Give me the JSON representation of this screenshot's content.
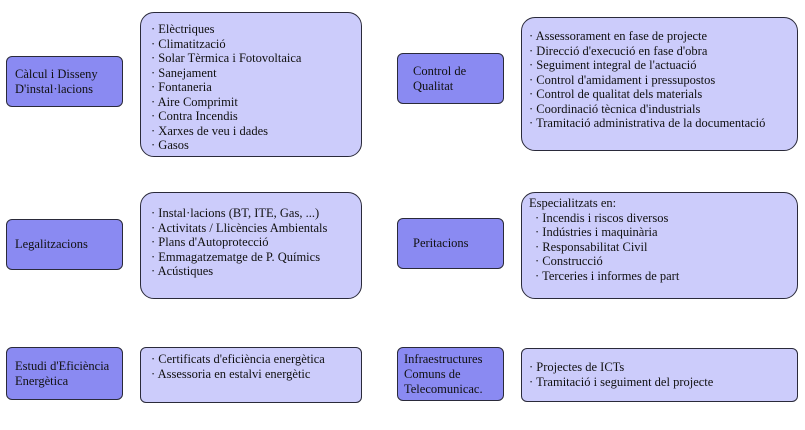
{
  "left": [
    {
      "label": "Càlcul i Disseny\nD'instal·lacions",
      "items": [
        "Elèctriques",
        "Climatització",
        "Solar Tèrmica i Fotovoltaica",
        "Sanejament",
        "Fontaneria",
        "Aire Comprimit",
        "Contra Incendis",
        "Xarxes de veu i dades",
        "Gasos"
      ]
    },
    {
      "label": "Legalitzacions",
      "items": [
        "Instal·lacions (BT, ITE, Gas, ...)",
        "Activitats / Llicències Ambientals",
        "Plans d'Autoprotecció",
        "Emmagatzematge de P. Químics",
        "Acústiques"
      ]
    },
    {
      "label": "Estudi d'Eficiència\nEnergètica",
      "items": [
        "Certificats d'eficiència energètica",
        "Assessoria en estalvi energètic"
      ]
    }
  ],
  "right": [
    {
      "label": "Control de\nQualitat",
      "items": [
        "Assessorament en fase de projecte",
        "Direcció d'execució en fase d'obra",
        "Seguiment integral de l'actuació",
        "Control d'amidament i pressupostos",
        "Control de qualitat dels materials",
        "Coordinació tècnica d'industrials",
        "Tramitació administrativa de la documentació"
      ]
    },
    {
      "label": "Peritacions",
      "intro": "Especialitzats en:",
      "items": [
        "Incendis i riscos diversos",
        "Indústries i maquinària",
        "Responsabilitat Civil",
        "Construcció",
        "Terceries i informes de part"
      ]
    },
    {
      "label": "Infraestructures\nComuns de\nTelecomunicac.",
      "items": [
        "Projectes de ICTs",
        "Tramitació i seguiment del projecte"
      ]
    }
  ]
}
